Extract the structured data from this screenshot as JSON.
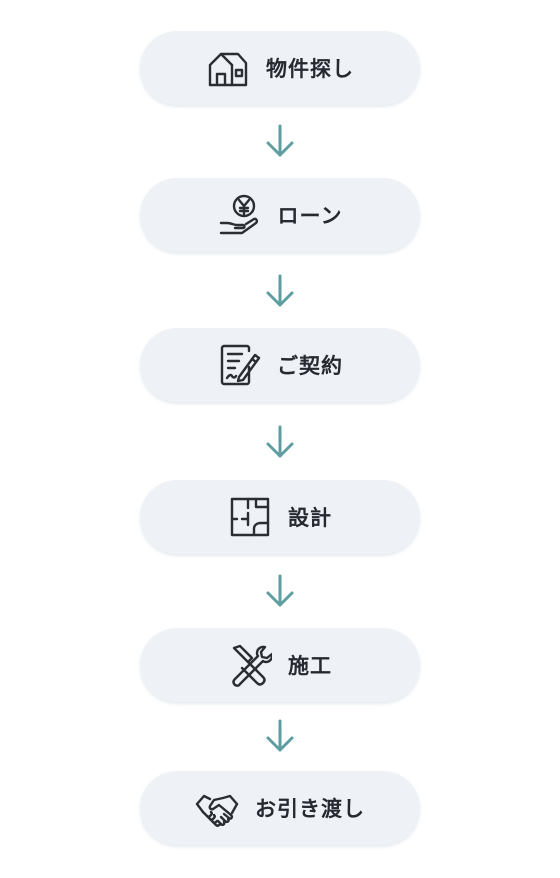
{
  "colors": {
    "step_background": "#eef2f6",
    "label_text": "#262a30",
    "icon_stroke": "#2a2e33",
    "arrow": "#5f9ea0"
  },
  "steps": [
    {
      "label": "物件探し",
      "icon": "house-icon"
    },
    {
      "label": "ローン",
      "icon": "yen-coin-hand-icon"
    },
    {
      "label": "ご契約",
      "icon": "contract-signature-icon"
    },
    {
      "label": "設計",
      "icon": "floor-plan-icon"
    },
    {
      "label": "施工",
      "icon": "tools-icon"
    },
    {
      "label": "お引き渡し",
      "icon": "handshake-icon"
    }
  ],
  "connector_icon": "arrow-down-icon"
}
